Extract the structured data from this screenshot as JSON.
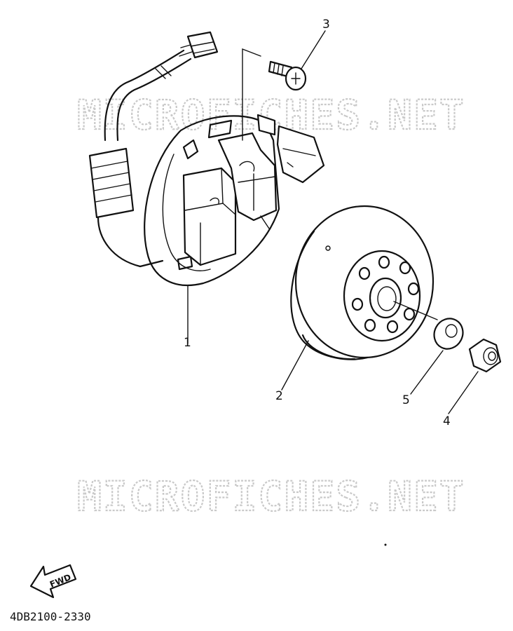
{
  "watermark": "MICROFICHES.NET",
  "callouts": {
    "stator": "1",
    "rotor": "2",
    "screw": "3",
    "nut": "4",
    "washer": "5"
  },
  "direction_label": "FWD",
  "part_code": "4DB2100-2330"
}
